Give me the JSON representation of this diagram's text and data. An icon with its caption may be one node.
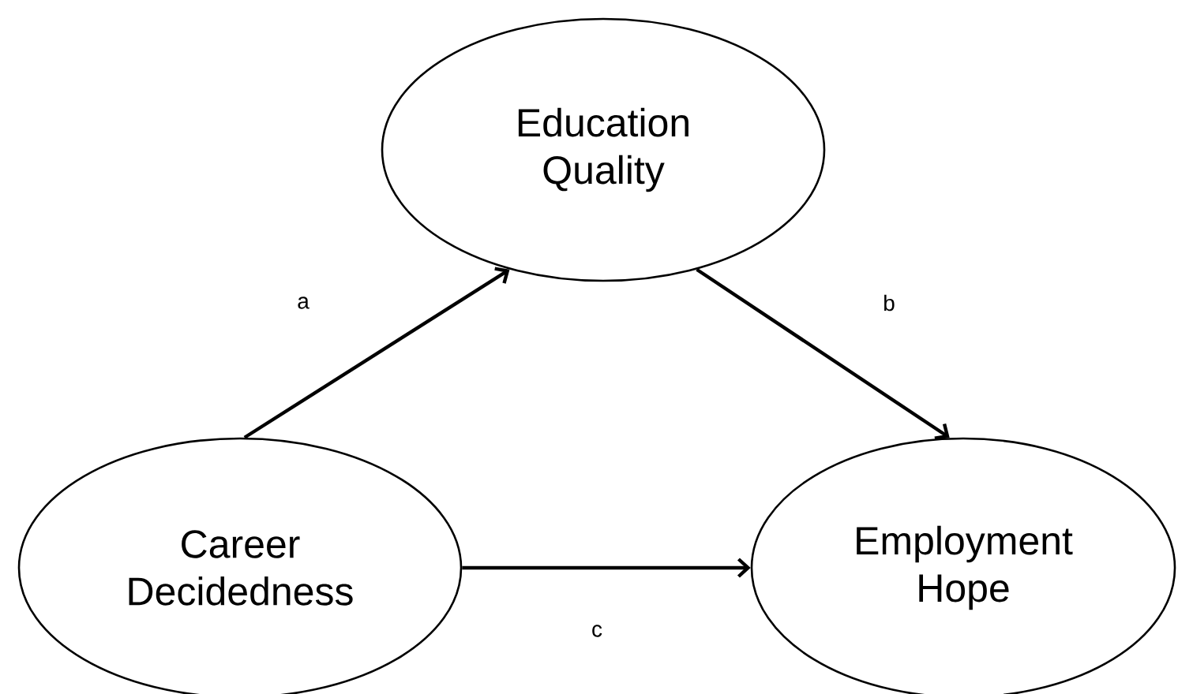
{
  "diagram": {
    "nodes": [
      {
        "text": [
          "Education Quality"
        ]
      },
      {
        "text": [
          "Career Decidedness"
        ]
      },
      {
        "text": [
          "Employment Hope"
        ]
      }
    ],
    "edges": [
      {
        "from": 1,
        "to": 0,
        "arrow": "to",
        "label": "a"
      },
      {
        "from": 0,
        "to": 2,
        "arrow": "to",
        "label": "b"
      },
      {
        "from": 1,
        "to": 2,
        "arrow": "to",
        "label": "c"
      }
    ]
  }
}
